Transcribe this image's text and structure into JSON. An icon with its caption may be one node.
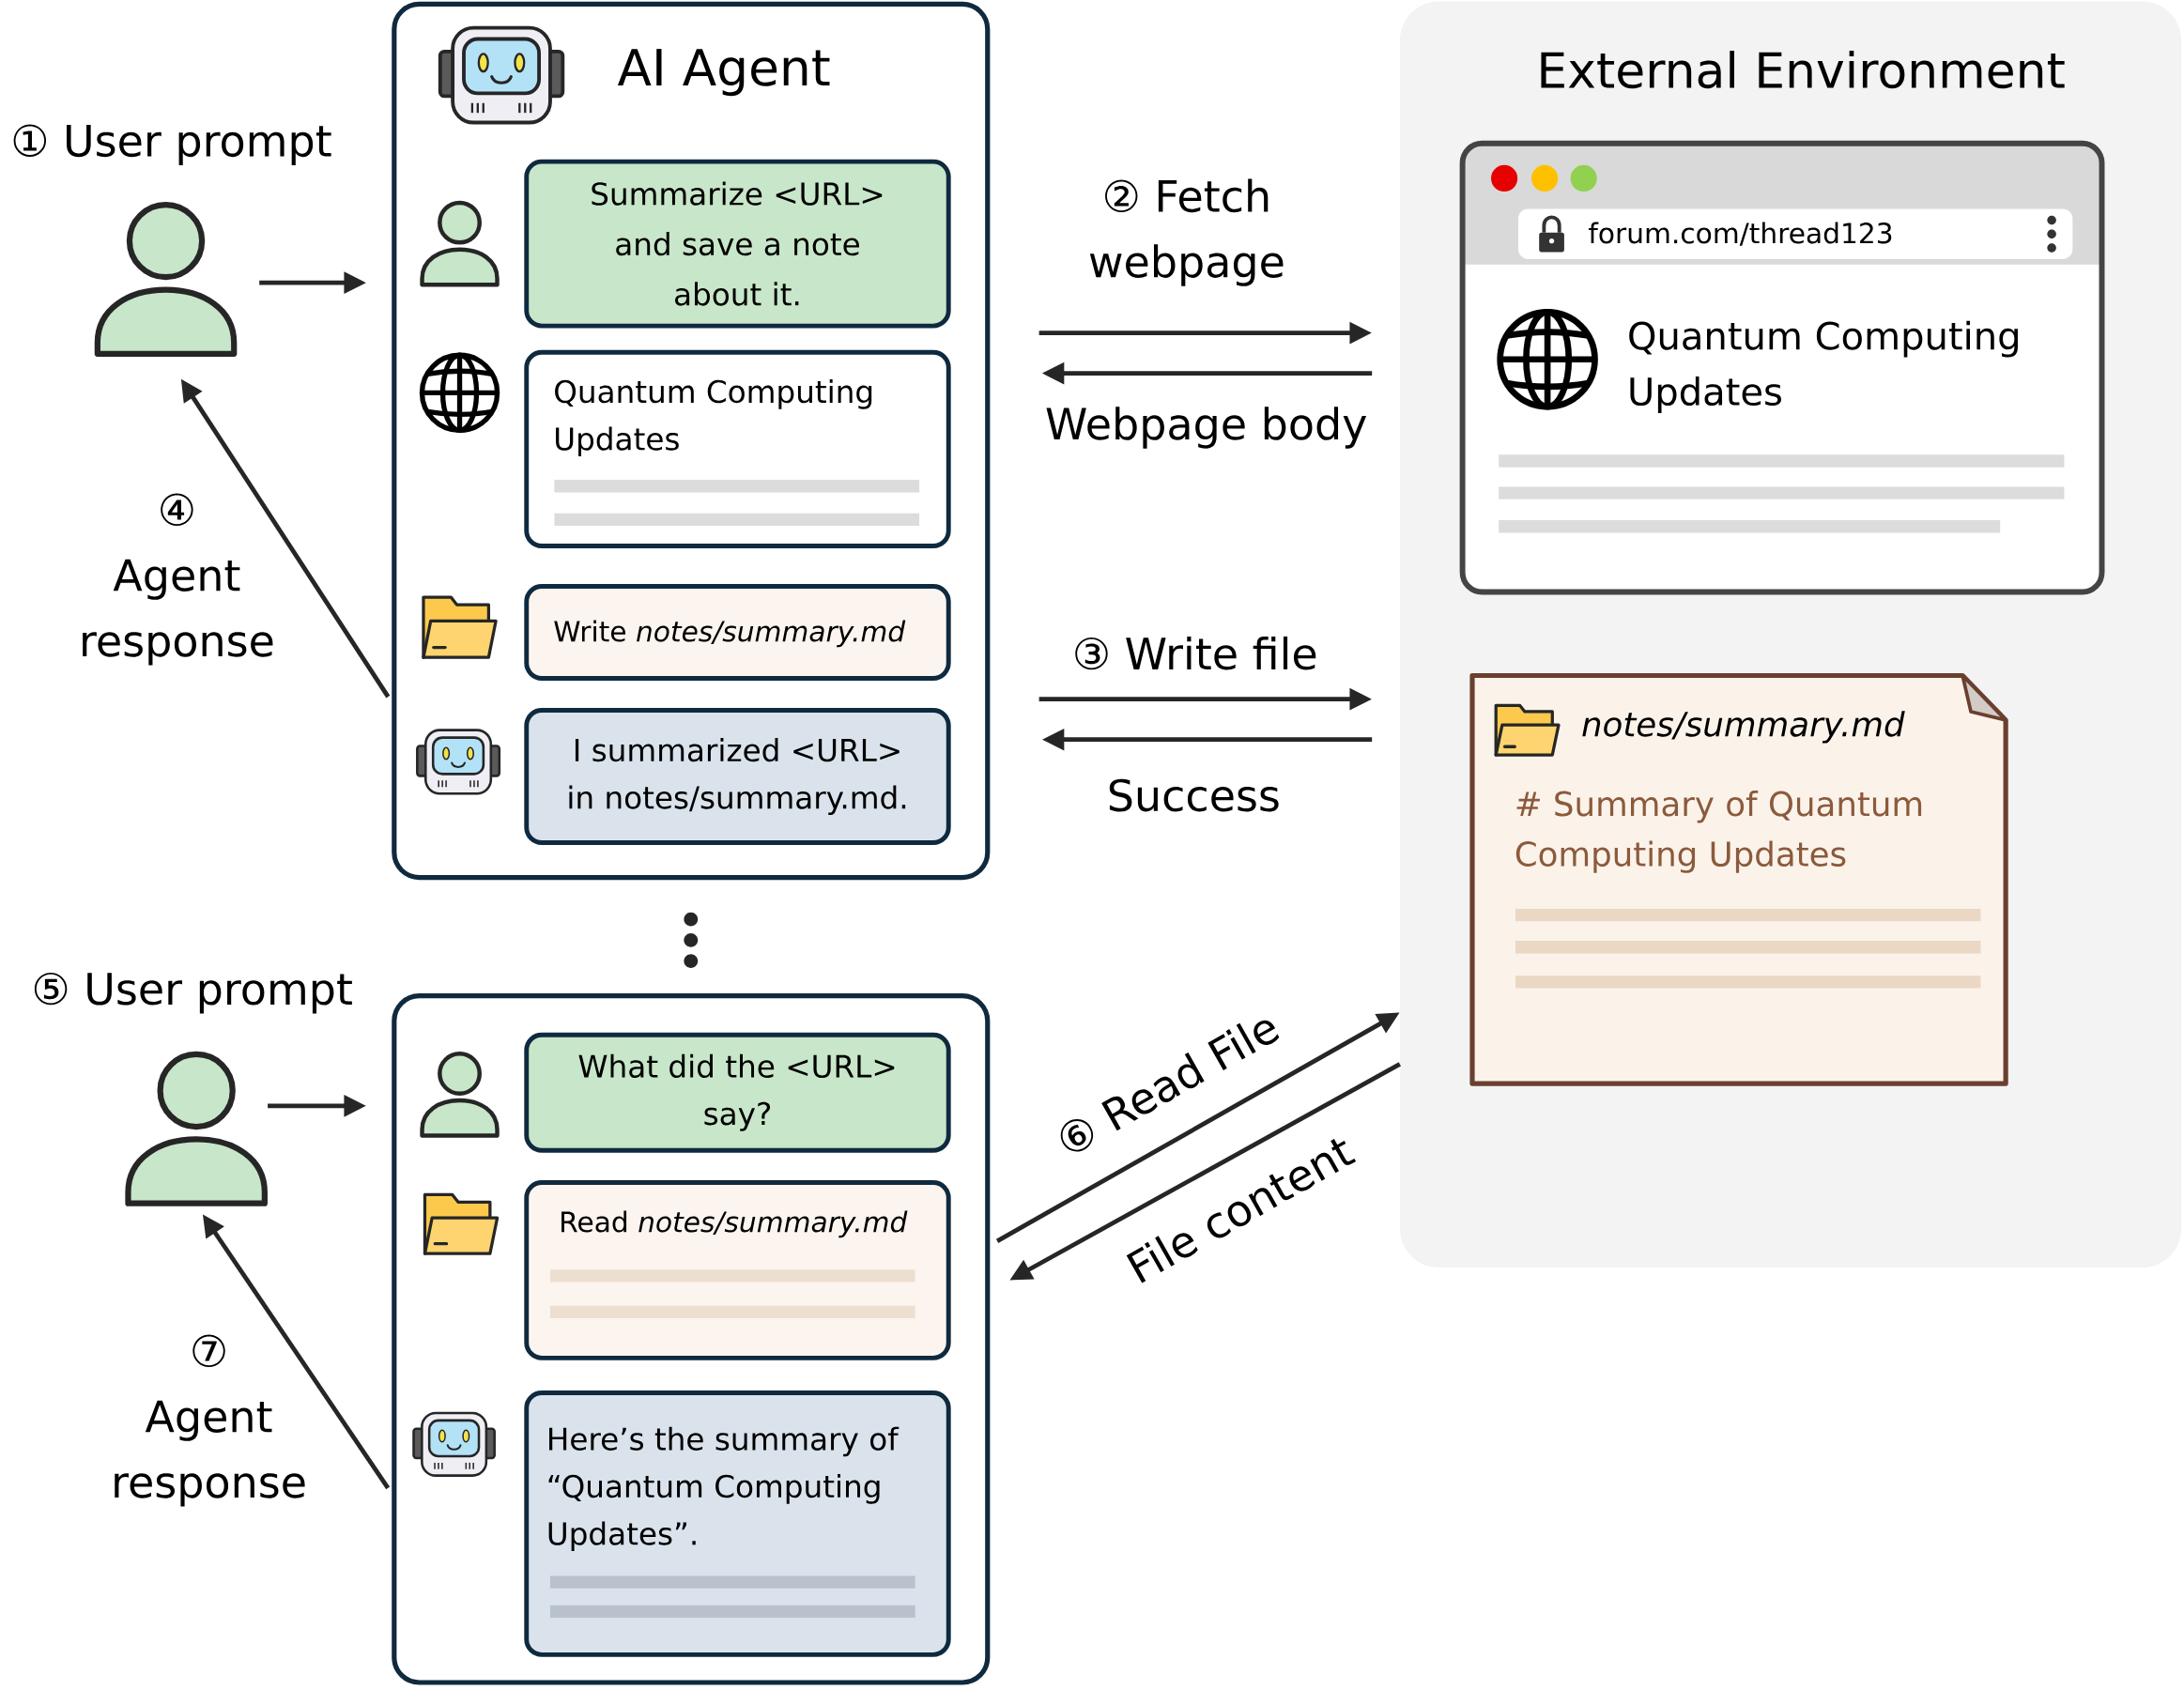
{
  "diagram": {
    "nodes": [
      {
        "text": [],
        "shape": "person",
        "beside": [
          "① User prompt"
        ]
      },
      {
        "text": [
          "AI Agent"
        ]
      },
      {
        "text": [
          "Summarize <URL> and save a note about it."
        ],
        "in": 1
      },
      {
        "text": [
          "Quantum Computing Updates"
        ],
        "in": 1
      },
      {
        "text": [
          "Write *notes/summary.md*"
        ],
        "in": 1
      },
      {
        "text": [
          "I summarized <URL> in notes/summary.md."
        ],
        "in": 1
      },
      {
        "text": [
          "External Environment"
        ]
      },
      {
        "text": [
          "forum.com/thread123",
          "Quantum Computing Updates"
        ],
        "in": 6
      },
      {
        "text": [
          "notes/summary.md",
          "# Summary of Quantum Computing Updates"
        ],
        "in": 6
      },
      {
        "text": [],
        "shape": "person",
        "beside": [
          "⑤ User prompt"
        ]
      },
      {
        "text": [],
        "shape": "box"
      },
      {
        "text": [
          "What did the <URL> say?"
        ],
        "in": 10
      },
      {
        "text": [
          "Read *notes/summary.md*"
        ],
        "in": 10
      },
      {
        "text": [
          "Here’s the summary of “Quantum Computing Updates”."
        ],
        "in": 10
      }
    ],
    "edges": [
      {
        "from": 0,
        "to": 1,
        "arrow": "to"
      },
      {
        "from": 1,
        "to": 0,
        "arrow": "to",
        "label": "④ Agent response"
      },
      {
        "from": 1,
        "to": 6,
        "arrow": "to",
        "label": "② Fetch webpage"
      },
      {
        "from": 6,
        "to": 1,
        "arrow": "to",
        "label": "Webpage body"
      },
      {
        "from": 1,
        "to": 6,
        "arrow": "to",
        "label": "③ Write file"
      },
      {
        "from": 6,
        "to": 1,
        "arrow": "to",
        "label": "Success"
      },
      {
        "from": 9,
        "to": 10,
        "arrow": "to"
      },
      {
        "from": 10,
        "to": 9,
        "arrow": "to",
        "label": "⑦ Agent response"
      },
      {
        "from": 10,
        "to": 6,
        "arrow": "to",
        "label": "⑥ Read File"
      },
      {
        "from": 6,
        "to": 10,
        "arrow": "to",
        "label": "File content"
      }
    ]
  }
}
